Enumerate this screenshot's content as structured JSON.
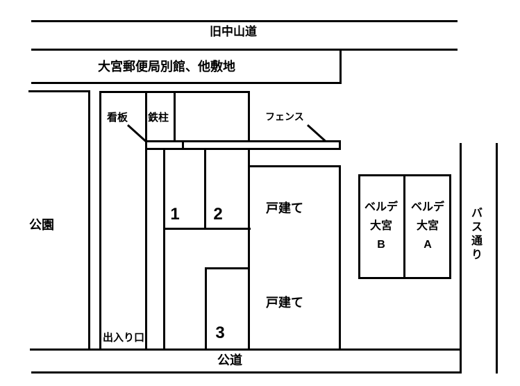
{
  "colors": {
    "line": "#000000",
    "text": "#000000",
    "background": "#ffffff"
  },
  "roads": {
    "top": "旧中山道",
    "bottom": "公道",
    "right": "バス通り"
  },
  "blocks": {
    "post_office": "大宮郵便局別館、他敷地",
    "park": "公園",
    "house_upper": "戸建て",
    "house_lower": "戸建て",
    "verde_b": [
      "ベルデ",
      "大宮",
      "B"
    ],
    "verde_a": [
      "ベルデ",
      "大宮",
      "A"
    ]
  },
  "annotations": {
    "signboard": "看板",
    "steel_pillar": "鉄柱",
    "fence": "フェンス",
    "entrance": "出入り口"
  },
  "parking_spaces": [
    "1",
    "2",
    "3"
  ]
}
